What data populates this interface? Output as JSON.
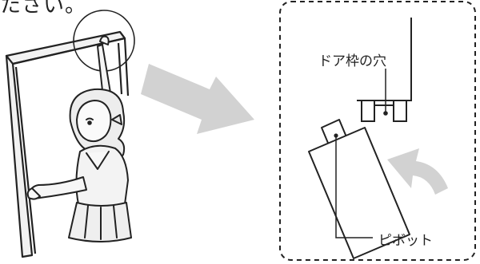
{
  "top_text_fragment": "たさい。",
  "labels": {
    "door_frame_hole": "ドア枠の穴",
    "pivot": "ピボット"
  },
  "colors": {
    "line": "#222222",
    "arrow": "#d0d0d0",
    "skin": "#f4f4f4"
  }
}
